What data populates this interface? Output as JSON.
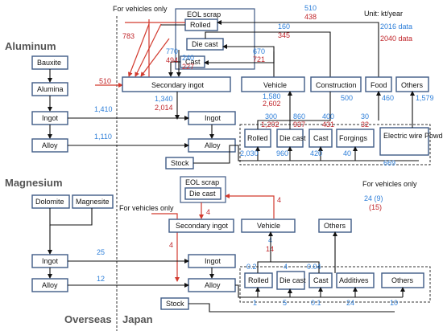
{
  "legend": {
    "unit": "Unit: kt/year",
    "y2016": "2016 data",
    "y2040": "2040 data",
    "colors": {
      "y2016": "#2e7fd9",
      "y2040": "#c0262b",
      "box_border": "#3f5a85",
      "arrow": "#111111",
      "vehicle_arrow": "#d23a2e"
    }
  },
  "sections": {
    "aluminum": "Aluminum",
    "magnesium": "Magnesium",
    "overseas": "Overseas",
    "japan": "Japan"
  },
  "notes": {
    "vehicles_only": "For vehicles only"
  },
  "aluminum": {
    "nodes": {
      "eol_scrap": "EOL scrap",
      "rolled_scrap": "Rolled",
      "die_cast_scrap": "Die cast",
      "cast_scrap": "Cast",
      "bauxite": "Bauxite",
      "alumina": "Alumina",
      "ingot_overseas": "Ingot",
      "alloy_overseas": "Alloy",
      "secondary_ingot": "Secondary ingot",
      "ingot_japan": "Ingot",
      "alloy_japan": "Alloy",
      "stock": "Stock",
      "vehicle": "Vehicle",
      "construction": "Construction",
      "food": "Food",
      "others": "Others",
      "rolled": "Rolled",
      "die_cast": "Die cast",
      "cast": "Cast",
      "forgings": "Forgings",
      "electric": "Electric wire Powder Others"
    },
    "values": {
      "top_2016": "510",
      "top_2040": "438",
      "scrap_in_2016": "770",
      "scrap_in_2040": "494",
      "import_2040": "783",
      "cast_2016": "240",
      "cast_2040": "227",
      "vehicle_scrap_2016": "160",
      "vehicle_scrap_2040": "345",
      "die_cast_2016": "670",
      "die_cast_2040": "721",
      "import_secondary": "510",
      "secondary_out_2016": "1,340",
      "secondary_out_2040": "2,014",
      "ingot_import": "1,410",
      "alloy_import": "1,110",
      "vehicle_2016": "1,580",
      "vehicle_2040": "2,602",
      "construction": "500",
      "food": "460",
      "others": "1,579",
      "rolled_out_2016": "300",
      "rolled_out_2040": "1,202",
      "diecast_out_2016": "860",
      "diecast_out_2040": "937",
      "cast_out_2016": "400",
      "cast_out_2040": "431",
      "forgings_out_2016": "30",
      "forgings_out_2040": "32",
      "rolled_in": "2,030",
      "diecast_in": "960",
      "cast_in": "420",
      "forgings_in": "40",
      "electric_in": "669"
    }
  },
  "magnesium": {
    "nodes": {
      "eol_scrap": "EOL scrap",
      "die_cast_scrap": "Die cast",
      "dolomite": "Dolomite",
      "magnesite": "Magnesite",
      "ingot_overseas": "Ingot",
      "alloy_overseas": "Alloy",
      "secondary_ingot": "Secondary ingot",
      "ingot_japan": "Ingot",
      "alloy_japan": "Alloy",
      "stock": "Stock",
      "vehicle": "Vehicle",
      "others_top": "Others",
      "rolled": "Rolled",
      "die_cast": "Die cast",
      "cast": "Cast",
      "additives": "Additives",
      "others": "Others"
    },
    "values": {
      "scrap_to_secondary": "4",
      "secondary_to_alloy": "4",
      "vehicle_to_scrap": "4",
      "vehicles_only_2016": "24 (9)",
      "vehicles_only_2040": "(15)",
      "ingot_import": "25",
      "alloy_import": "12",
      "vehicle_2016": "4",
      "vehicle_2040": "14",
      "rolled_out": "0.2",
      "diecast_out": "4",
      "cast_out": "0.04",
      "rolled_in": "1",
      "diecast_in": "5",
      "cast_in": "0.1",
      "additives_in": "24",
      "others_in": "10"
    }
  }
}
